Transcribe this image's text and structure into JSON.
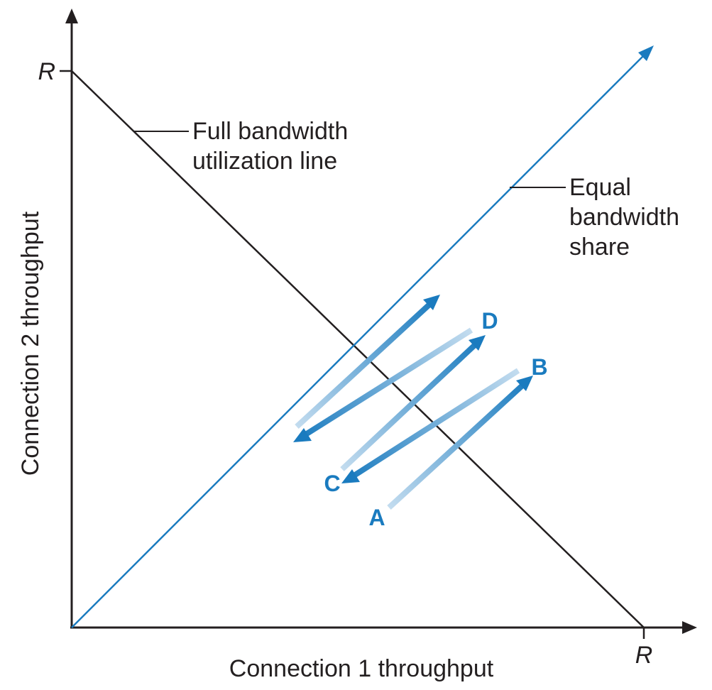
{
  "diagram": {
    "axes": {
      "x_label": "Connection 1 throughput",
      "y_label": "Connection 2 throughput",
      "x_max_label": "R",
      "y_max_label": "R"
    },
    "lines": {
      "full_utilization": {
        "label_line1": "Full bandwidth",
        "label_line2": "utilization line"
      },
      "equal_share": {
        "label_line1": "Equal",
        "label_line2": "bandwidth",
        "label_line3": "share"
      }
    },
    "points": {
      "a": "A",
      "b": "B",
      "c": "C",
      "d": "D"
    },
    "colors": {
      "axis": "#231f20",
      "equal_line": "#1a7bbf",
      "arrow_solid": "#1a7bbf",
      "arrow_faded": "#b9d6ec",
      "point_label": "#1a7bbf"
    }
  }
}
